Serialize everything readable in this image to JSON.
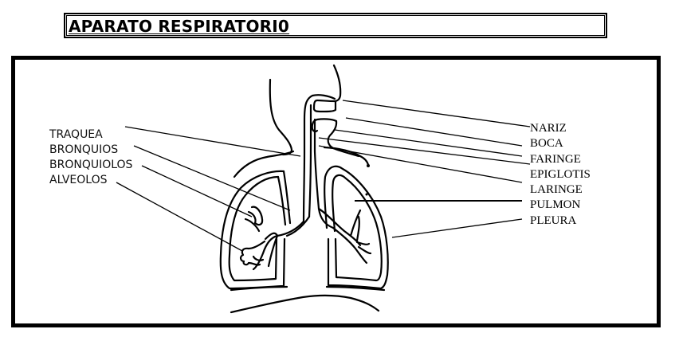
{
  "title": "APARATO RESPIRATORI0",
  "diagram": {
    "subject": "human respiratory system",
    "labels_left": [
      {
        "id": "traquea",
        "text": "TRAQUEA"
      },
      {
        "id": "bronquios",
        "text": "BRONQUIOS"
      },
      {
        "id": "bronquiolos",
        "text": "BRONQUIOLOS"
      },
      {
        "id": "alveolos",
        "text": "ALVEOLOS"
      }
    ],
    "labels_right": [
      {
        "id": "nariz",
        "text": "NARIZ"
      },
      {
        "id": "boca",
        "text": "BOCA"
      },
      {
        "id": "faringe",
        "text": "FARINGE"
      },
      {
        "id": "epiglotis",
        "text": "EPIGLOTIS"
      },
      {
        "id": "laringe",
        "text": "LARINGE"
      },
      {
        "id": "pulmon",
        "text": "PULMON"
      },
      {
        "id": "pleura",
        "text": "PLEURA"
      }
    ],
    "colors": {
      "line": "#000000",
      "background": "#ffffff"
    }
  }
}
